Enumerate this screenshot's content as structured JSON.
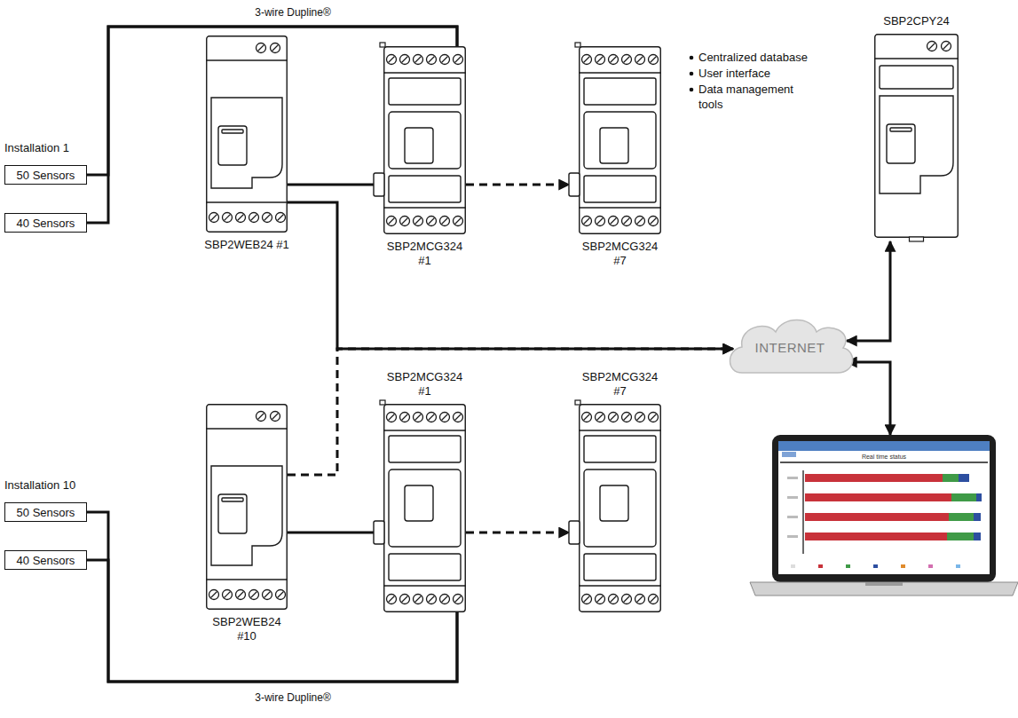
{
  "diagram": {
    "nodes": [
      {
        "text": [
          "50 Sensors"
        ]
      },
      {
        "text": [
          "40 Sensors"
        ]
      },
      {
        "text": [
          "SBP2WEB24 #1"
        ]
      },
      {
        "text": [
          "SBP2MCG324 #1"
        ]
      },
      {
        "text": [
          "SBP2MCG324 #7"
        ]
      },
      {
        "text": [
          "SBP2CPY24"
        ]
      },
      {
        "text": [
          "INTERNET"
        ]
      },
      {
        "text": [
          "Real time status"
        ]
      },
      {
        "text": [
          "50 Sensors"
        ]
      },
      {
        "text": [
          "40 Sensors"
        ]
      },
      {
        "text": [
          "SBP2WEB24 #10"
        ]
      },
      {
        "text": [
          "SBP2MCG324 #1"
        ]
      },
      {
        "text": [
          "SBP2MCG324 #7"
        ]
      }
    ],
    "edges": [
      {
        "from": 0,
        "to": 3,
        "arrow": "none"
      },
      {
        "from": 1,
        "to": 3,
        "arrow": "none"
      },
      {
        "from": 2,
        "to": 3,
        "arrow": "none"
      },
      {
        "from": 3,
        "to": 4,
        "arrow": "to"
      },
      {
        "from": 2,
        "to": 6,
        "arrow": "to"
      },
      {
        "from": 10,
        "to": 6,
        "arrow": "to"
      },
      {
        "from": 6,
        "to": 5,
        "arrow": "both"
      },
      {
        "from": 6,
        "to": 7,
        "arrow": "both"
      },
      {
        "from": 10,
        "to": 11,
        "arrow": "none"
      },
      {
        "from": 11,
        "to": 12,
        "arrow": "to"
      },
      {
        "from": 8,
        "to": 11,
        "arrow": "none"
      },
      {
        "from": 9,
        "to": 11,
        "arrow": "none"
      }
    ],
    "labels": [
      "3-wire Dupline®",
      "Installation 1",
      "Centralized database",
      "User interface",
      "Data management tools",
      "Installation 10",
      "3-wire Dupline®"
    ]
  }
}
